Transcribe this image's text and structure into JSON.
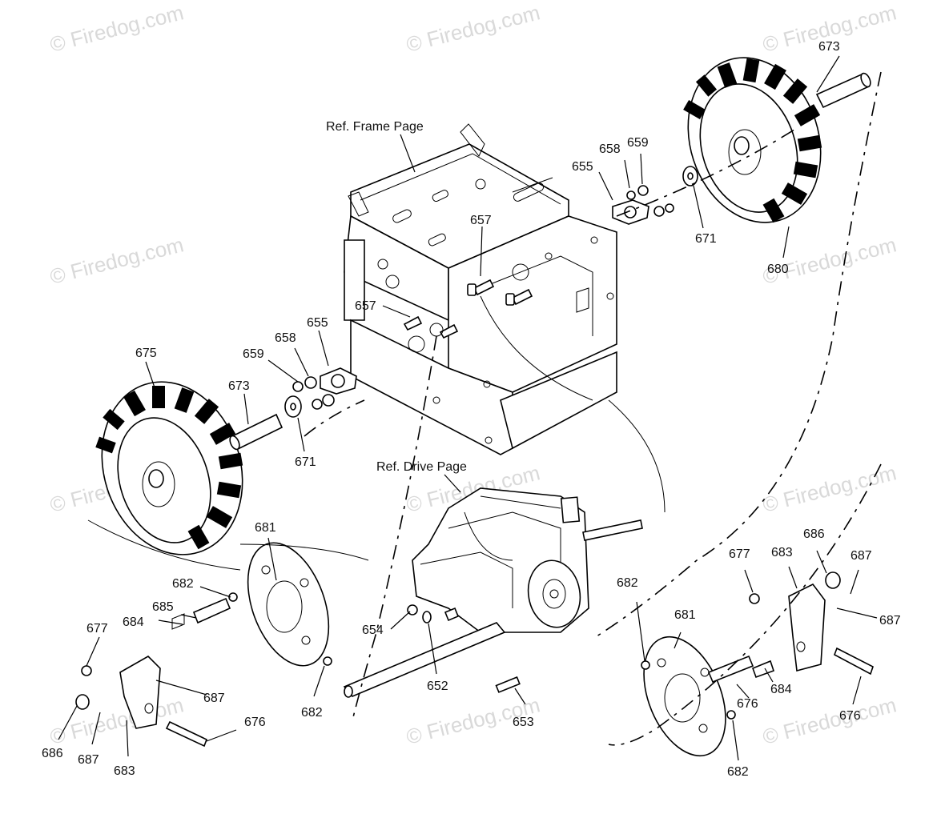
{
  "watermark": "© Firedog.com",
  "references": {
    "frame": "Ref. Frame Page",
    "drive": "Ref. Drive Page"
  },
  "callouts": {
    "c673a": "673",
    "c658a": "658",
    "c659a": "659",
    "c655a": "655",
    "c657a": "657",
    "c671a": "671",
    "c680": "680",
    "c657b": "657",
    "c655b": "655",
    "c658b": "658",
    "c659b": "659",
    "c675": "675",
    "c673b": "673",
    "c671b": "671",
    "c681a": "681",
    "c682a": "682",
    "c685": "685",
    "c684a": "684",
    "c677a": "677",
    "c687a": "687",
    "c676a": "676",
    "c686a": "686",
    "c687b": "687",
    "c683a": "683",
    "c682b": "682",
    "c654": "654",
    "c652": "652",
    "c653": "653",
    "c682c": "682",
    "c681b": "681",
    "c677b": "677",
    "c683b": "683",
    "c686b": "686",
    "c687c": "687",
    "c687d": "687",
    "c684b": "684",
    "c676b": "676",
    "c676c": "676",
    "c682d": "682"
  }
}
